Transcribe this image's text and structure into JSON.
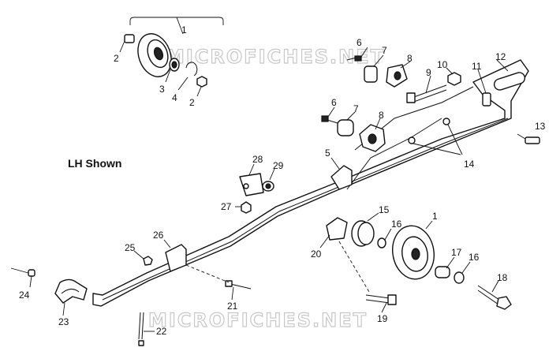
{
  "caption": "LH Shown",
  "watermark": "MICROFICHES.NET",
  "callouts": {
    "c1a": "1",
    "c2a": "2",
    "c3": "3",
    "c4": "4",
    "c2b": "2",
    "c6a": "6",
    "c7a": "7",
    "c8a": "8",
    "c9": "9",
    "c10": "10",
    "c11": "11",
    "c12": "12",
    "c6b": "6",
    "c7b": "7",
    "c8b": "8",
    "c13": "13",
    "c14": "14",
    "c5": "5",
    "c28": "28",
    "c29": "29",
    "c27": "27",
    "c15": "15",
    "c16a": "16",
    "c1b": "1",
    "c20": "20",
    "c17": "17",
    "c16b": "16",
    "c18": "18",
    "c19": "19",
    "c26": "26",
    "c25": "25",
    "c24": "24",
    "c23": "23",
    "c21": "21",
    "c22": "22"
  }
}
